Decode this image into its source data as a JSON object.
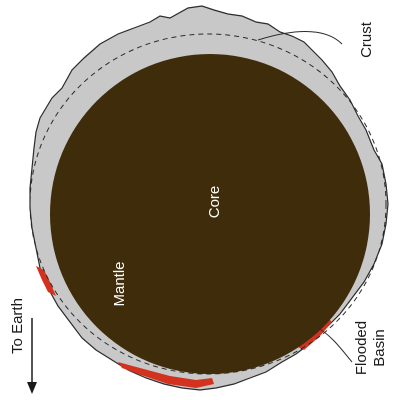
{
  "labels": {
    "crust": "Crust",
    "core": "Core",
    "mantle": "Mantle",
    "flooded": "Flooded",
    "basin": "Basin",
    "to_earth": "To Earth"
  },
  "colors": {
    "crust": "#c8c8c8",
    "core": "#3e2c0b",
    "basin_fill": "#d2321e",
    "outline": "#2b2b2b",
    "label_light": "#ffffff",
    "label_dark": "#1a1a1a"
  }
}
